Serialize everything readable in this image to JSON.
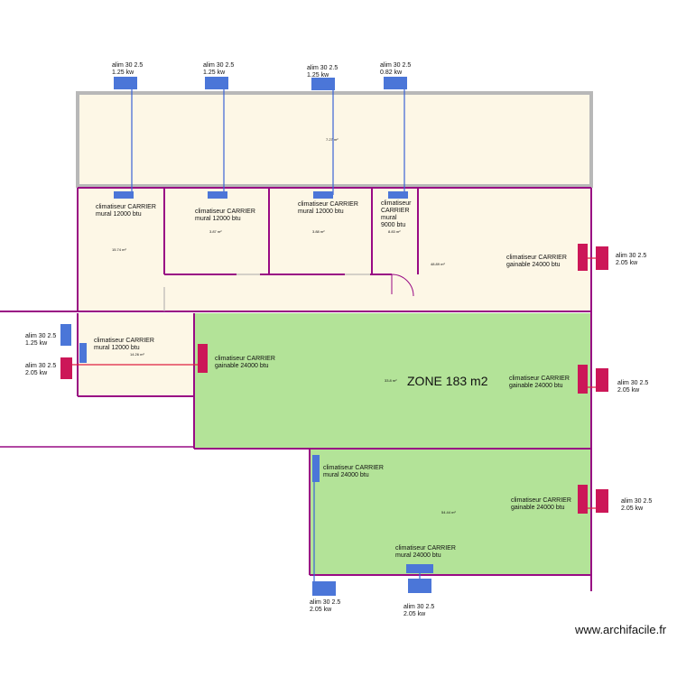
{
  "plan": {
    "zone_label": "ZONE 183 m2",
    "watermark": "www.archifacile.fr",
    "colors": {
      "room_fill": "#fdf7e6",
      "zone_fill": "#b3e398",
      "wall": "#990a84",
      "wall_top": "#b8b8b8",
      "unit_blue": "#4b76d8",
      "unit_red": "#cc1758",
      "line_blue": "#3b63d6",
      "line_red": "#e02040"
    },
    "supply_labels": [
      {
        "id": "top1",
        "line1": "alim 30 2.5",
        "line2": "1.25 kw"
      },
      {
        "id": "top2",
        "line1": "alim 30 2.5",
        "line2": "1.25 kw"
      },
      {
        "id": "top3",
        "line1": "alim 30 2.5",
        "line2": "1.25 kw"
      },
      {
        "id": "top4",
        "line1": "alim 30 2.5",
        "line2": "0.82 kw"
      },
      {
        "id": "right1",
        "line1": "alim 30 2.5",
        "line2": "2.05 kw"
      },
      {
        "id": "right2",
        "line1": "alim 30 2.5",
        "line2": "2.05 kw"
      },
      {
        "id": "right3",
        "line1": "alim 30 2.5",
        "line2": "2.05 kw"
      },
      {
        "id": "left1",
        "line1": "alim 30 2.5",
        "line2": "1.25 kw"
      },
      {
        "id": "left2",
        "line1": "alim 30 2.5",
        "line2": "2.05 kw"
      },
      {
        "id": "bottom1",
        "line1": "alim 30 2.5",
        "line2": "2.05 kw"
      },
      {
        "id": "bottom2",
        "line1": "alim 30 2.5",
        "line2": "2.05 kw"
      }
    ],
    "unit_labels": [
      {
        "id": "room1",
        "lines": [
          "climatiseur CARRIER",
          "mural 12000 btu"
        ]
      },
      {
        "id": "room2",
        "lines": [
          "climatiseur CARRIER",
          "mural 12000 btu"
        ]
      },
      {
        "id": "room3",
        "lines": [
          "climatiseur CARRIER",
          "mural 12000 btu"
        ]
      },
      {
        "id": "room4",
        "lines": [
          "climatiseur",
          "CARRIER",
          "mural",
          "9000 btu"
        ]
      },
      {
        "id": "gain1",
        "lines": [
          "climatiseur CARRIER",
          "gainable 24000 btu"
        ]
      },
      {
        "id": "room5",
        "lines": [
          "climatiseur CARRIER",
          "mural 12000 btu"
        ]
      },
      {
        "id": "gain2",
        "lines": [
          "climatiseur CARRIER",
          "gainable 24000 btu"
        ]
      },
      {
        "id": "gain3",
        "lines": [
          "climatiseur CARRIER",
          "gainable 24000 btu"
        ]
      },
      {
        "id": "mural24a",
        "lines": [
          "climatiseur CARRIER",
          "mural 24000 btu"
        ]
      },
      {
        "id": "gain4",
        "lines": [
          "climatiseur CARRIER",
          "gainable 24000 btu"
        ]
      },
      {
        "id": "mural24b",
        "lines": [
          "climatiseur CARRIER",
          "mural 24000 btu"
        ]
      }
    ],
    "area_labels": [
      {
        "id": "a_top",
        "text": "7.27 m²"
      },
      {
        "id": "a_room1",
        "text": "15.74 m²"
      },
      {
        "id": "a_room2",
        "text": "3.87 m²"
      },
      {
        "id": "a_room3",
        "text": "3.88 m²"
      },
      {
        "id": "a_room4",
        "text": "8.83 m²"
      },
      {
        "id": "a_corr",
        "text": "48.89 m²"
      },
      {
        "id": "a_room5",
        "text": "14.26 m²"
      },
      {
        "id": "a_zone",
        "text": "33.8 m²"
      },
      {
        "id": "a_lower",
        "text": "54.44 m²"
      }
    ]
  }
}
